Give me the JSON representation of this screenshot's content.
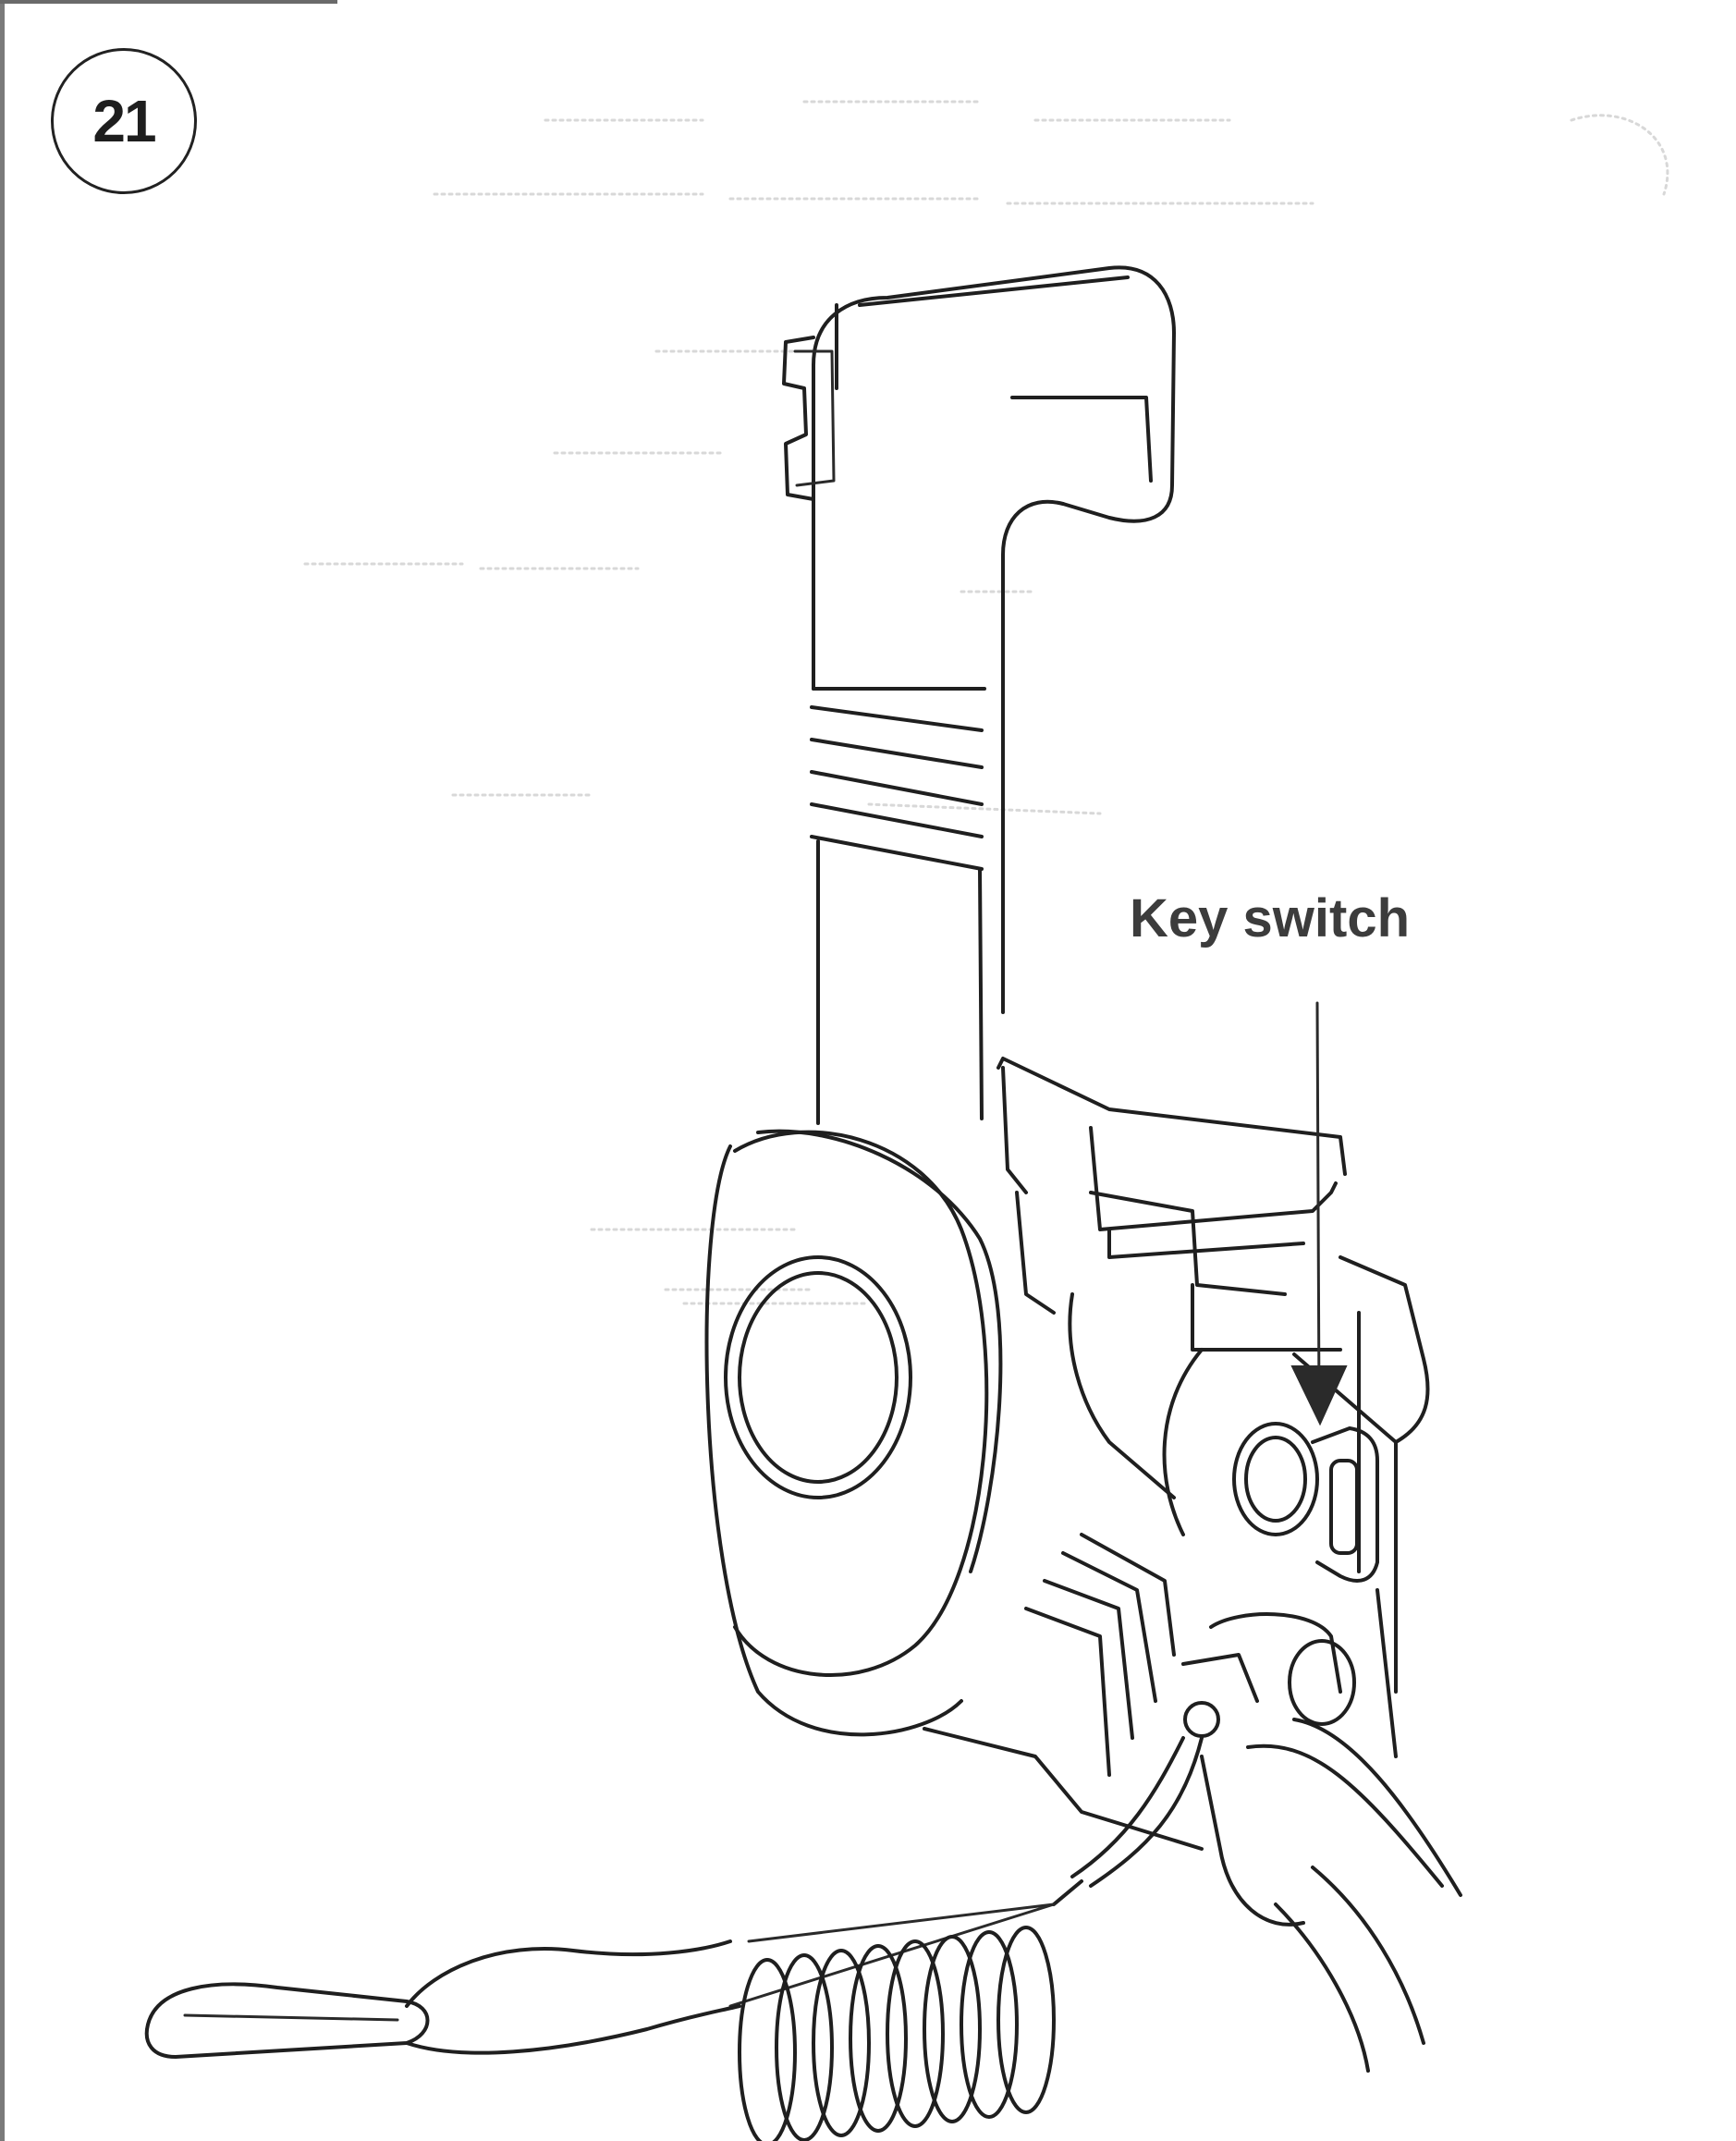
{
  "figure": {
    "number": "21"
  },
  "callouts": {
    "key_switch": "Key switch"
  },
  "icons": {
    "figure_badge": "circled-number",
    "pointer": "down-arrow"
  },
  "colors": {
    "ink": "#1f1f1f",
    "label": "#3c3c3c",
    "background": "#ffffff"
  }
}
